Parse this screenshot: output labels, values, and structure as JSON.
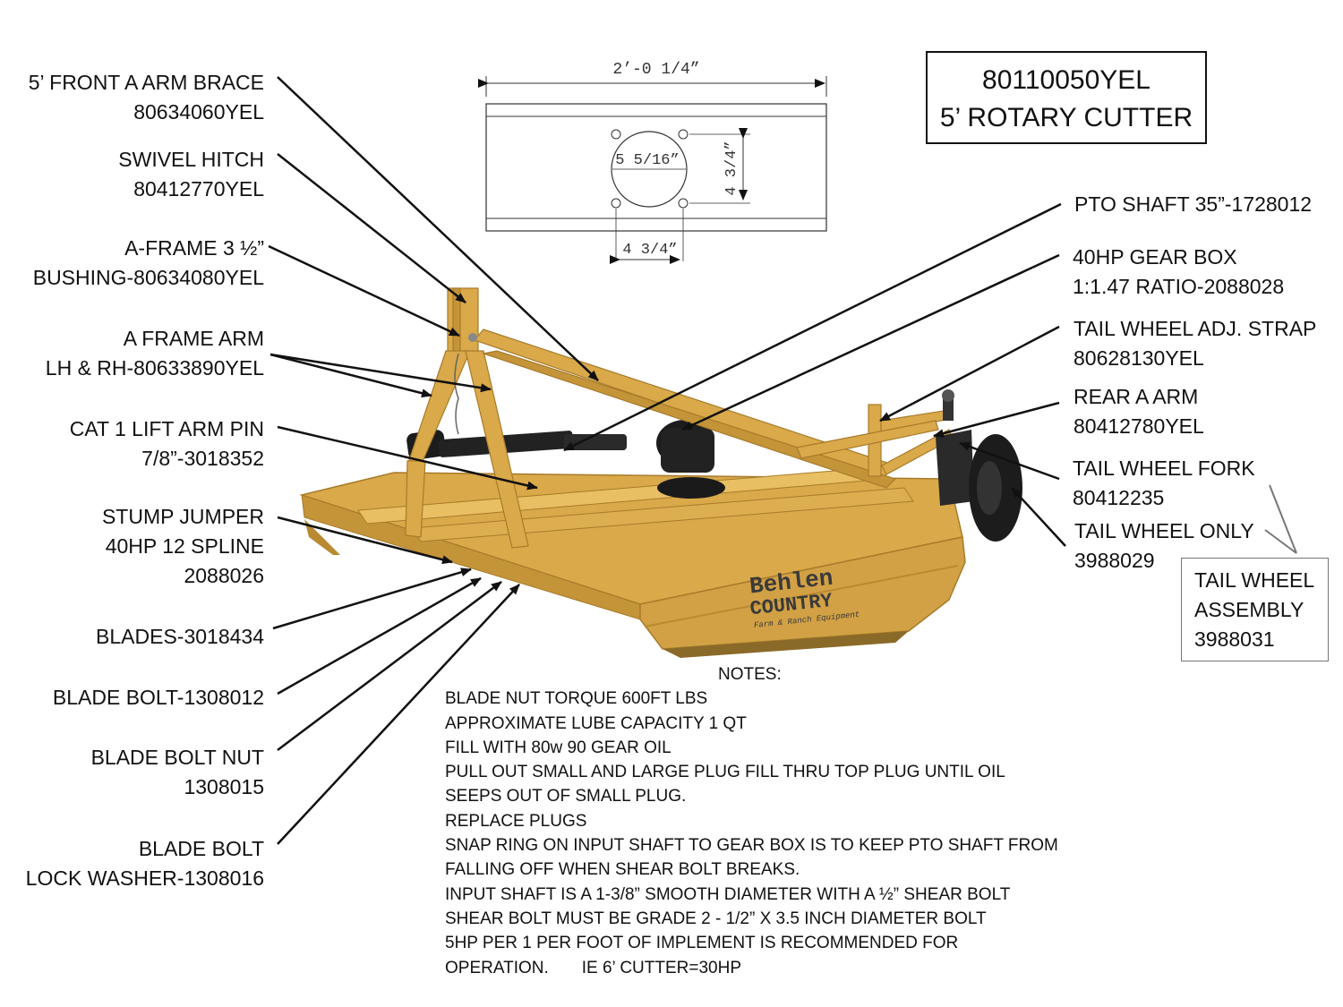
{
  "title": {
    "part_number": "80110050YEL",
    "name": "5’ ROTARY CUTTER"
  },
  "dimensions": {
    "width": "2’-0 1/4”",
    "circle": "5 5/16”",
    "vertical": "4 3/4”",
    "horizontal": "4 3/4”"
  },
  "brand": {
    "line1": "Behlen",
    "line2": "COUNTRY",
    "line3": "Farm & Ranch Equipment"
  },
  "left_labels": [
    {
      "line1": "5’ FRONT A ARM BRACE",
      "line2": "80634060YEL",
      "line3": ""
    },
    {
      "line1": "SWIVEL HITCH",
      "line2": "80412770YEL",
      "line3": ""
    },
    {
      "line1": "A-FRAME 3 ½”",
      "line2": "BUSHING-80634080YEL",
      "line3": ""
    },
    {
      "line1": "A FRAME ARM",
      "line2": "LH & RH-80633890YEL",
      "line3": ""
    },
    {
      "line1": "CAT 1 LIFT ARM PIN",
      "line2": "7/8”-3018352",
      "line3": ""
    },
    {
      "line1": "STUMP JUMPER",
      "line2": "40HP 12 SPLINE",
      "line3": "2088026"
    },
    {
      "line1": "BLADES-3018434",
      "line2": "",
      "line3": ""
    },
    {
      "line1": "BLADE BOLT-1308012",
      "line2": "",
      "line3": ""
    },
    {
      "line1": "BLADE BOLT NUT",
      "line2": "1308015",
      "line3": ""
    },
    {
      "line1": "BLADE BOLT",
      "line2": "LOCK WASHER-1308016",
      "line3": ""
    }
  ],
  "right_labels": [
    {
      "line1": "PTO SHAFT 35”-1728012",
      "line2": ""
    },
    {
      "line1": "40HP GEAR BOX",
      "line2": "1:1.47 RATIO-2088028"
    },
    {
      "line1": "TAIL WHEEL ADJ. STRAP",
      "line2": "80628130YEL"
    },
    {
      "line1": "REAR A ARM",
      "line2": "80412780YEL"
    },
    {
      "line1": "TAIL WHEEL FORK",
      "line2": "80412235"
    },
    {
      "line1": "TAIL WHEEL ONLY",
      "line2": "3988029"
    }
  ],
  "assembly": {
    "line1": "TAIL WHEEL",
    "line2": "ASSEMBLY",
    "line3": "3988031"
  },
  "notes": {
    "title": "NOTES:",
    "lines": [
      "BLADE NUT TORQUE 600FT LBS",
      "APPROXIMATE LUBE CAPACITY 1 QT",
      "FILL WITH 80w 90 GEAR OIL",
      "PULL OUT SMALL AND LARGE PLUG FILL THRU TOP PLUG UNTIL OIL",
      "SEEPS OUT OF SMALL PLUG.",
      "REPLACE PLUGS",
      "SNAP RING ON INPUT SHAFT TO GEAR BOX IS TO KEEP PTO SHAFT FROM",
      "FALLING OFF WHEN SHEAR BOLT BREAKS.",
      "INPUT SHAFT IS A 1-3/8” SMOOTH DIAMETER WITH A ½” SHEAR BOLT",
      "SHEAR BOLT MUST BE GRADE 2 - 1/2” X 3.5 INCH DIAMETER BOLT",
      "5HP PER 1 PER FOOT OF IMPLEMENT IS RECOMMENDED FOR",
      "OPERATION.       IE 6’ CUTTER=30HP"
    ]
  },
  "colors": {
    "body": "#d9a94a",
    "body_dark": "#b98a32",
    "body_light": "#e8bf62",
    "rubber": "#1c1c1c",
    "line": "#111111"
  }
}
